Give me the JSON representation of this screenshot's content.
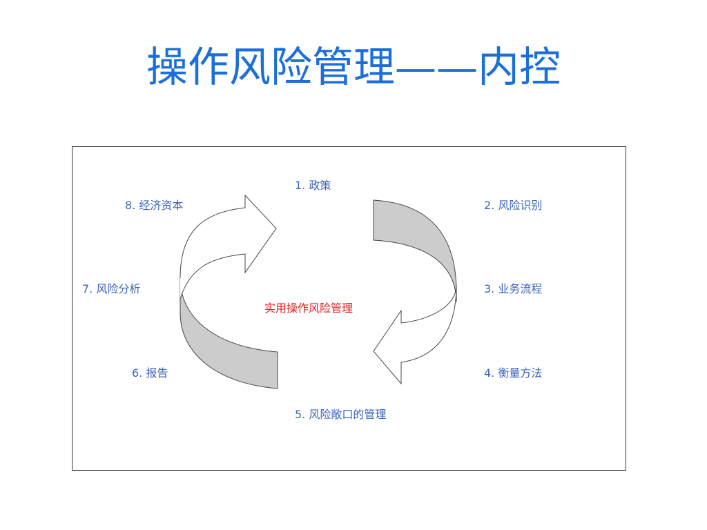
{
  "slide": {
    "title": "操作风险管理——内控"
  },
  "diagram": {
    "center_label": "实用操作风险管理",
    "steps": [
      {
        "label": "1. 政策"
      },
      {
        "label": "2. 风险识别"
      },
      {
        "label": "3. 业务流程"
      },
      {
        "label": "4. 衡量方法"
      },
      {
        "label": "5. 风险敞口的管理"
      },
      {
        "label": "6. 报告"
      },
      {
        "label": "7. 风险分析"
      },
      {
        "label": "8. 经济资本"
      }
    ],
    "colors": {
      "title": "#1c6fd9",
      "step_text": "#3b63b8",
      "center_text": "#e02020",
      "arrow_fill": "#cccccc",
      "arrow_stroke": "#444444"
    }
  }
}
